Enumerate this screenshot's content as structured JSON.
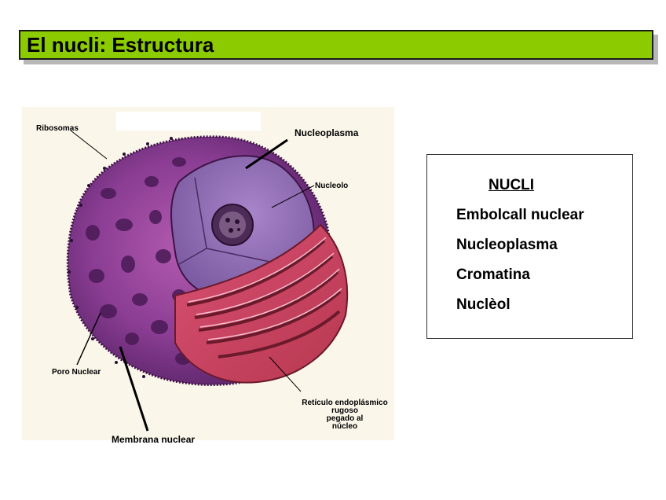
{
  "slide": {
    "title": "El nucli: Estructura",
    "colors": {
      "title_bar": "#8ccb00",
      "title_shadow": "#b8b8b8"
    }
  },
  "figure": {
    "labels": {
      "ribosomas": "Ribosomas",
      "nucleoplasma": "Nucleoplasma",
      "nucleolo": "Nucleolo",
      "poro_nuclear": "Poro Nuclear",
      "membrana_nuclear": "Membrana nuclear",
      "reticulo": "Retículo endoplásmico\nrugoso\npegado al\nnúcleo"
    }
  },
  "box": {
    "heading": "NUCLI",
    "items": [
      "Embolcall nuclear",
      "Nucleoplasma",
      "Cromatina",
      "Nuclèol"
    ]
  }
}
